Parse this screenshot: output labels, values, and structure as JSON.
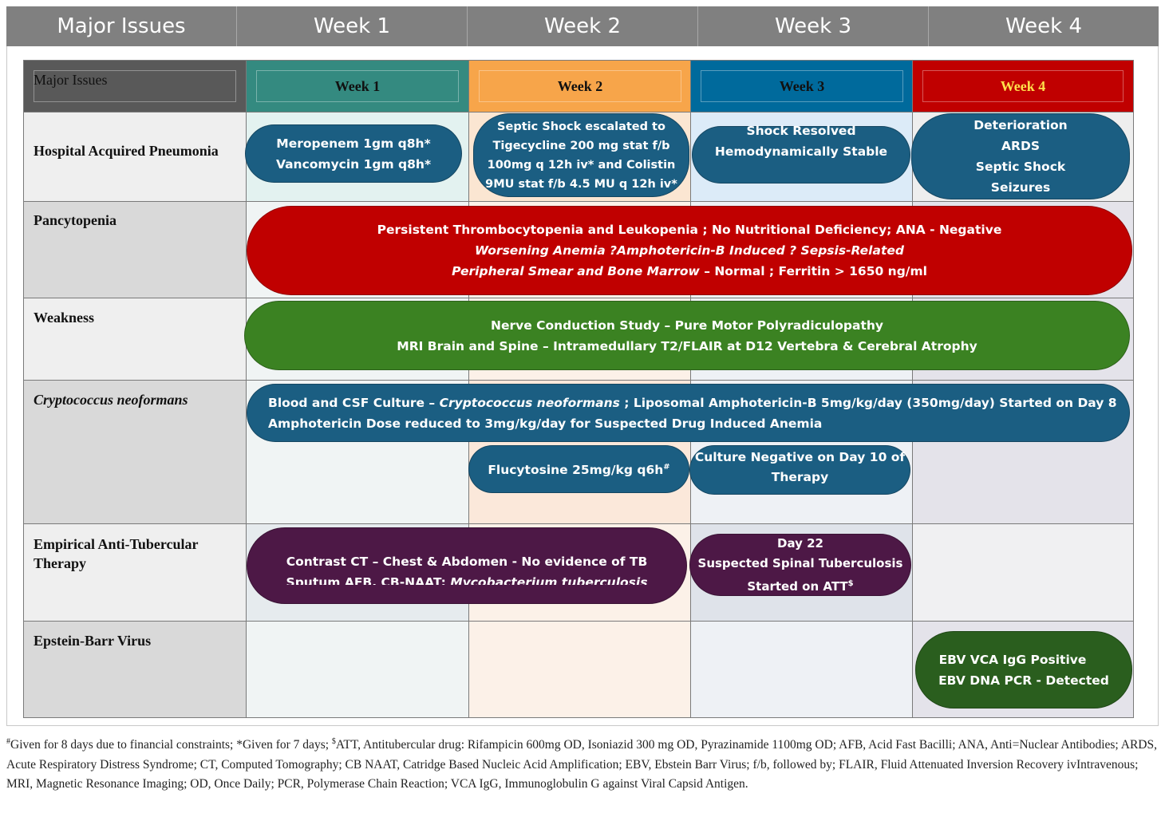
{
  "outer_header": [
    "Major Issues",
    "Week 1",
    "Week 2",
    "Week 3",
    "Week 4"
  ],
  "inner_header": {
    "major": "Major Issues",
    "weeks": [
      "Week 1",
      "Week 2",
      "Week 3",
      "Week 4"
    ],
    "week_colors": [
      "#348a80",
      "#f7a54a",
      "#006a9c",
      "#c00000"
    ]
  },
  "rows": {
    "hap": "Hospital Acquired Pneumonia",
    "pancytopenia": "Pancytopenia",
    "weakness": "Weakness",
    "crypto": "Cryptococcus neoformans",
    "att_1": "Empirical Anti-Tubercular",
    "att_2": "Therapy",
    "ebv": "Epstein-Barr Virus"
  },
  "pills": {
    "hap_w1": [
      "Meropenem 1gm q8h*",
      "Vancomycin 1gm q8h*"
    ],
    "hap_w2": [
      "Septic Shock escalated to",
      "Tigecycline 200 mg stat f/b",
      "100mg q 12h iv* and Colistin",
      "9MU stat f/b 4.5 MU q 12h iv*"
    ],
    "hap_w3": [
      "Shock Resolved",
      "Hemodynamically Stable"
    ],
    "hap_w4": [
      "Deterioration",
      "ARDS",
      "Septic Shock",
      "Seizures"
    ],
    "pancy": {
      "l1": "Persistent Thrombocytopenia and Leukopenia ; No Nutritional Deficiency; ANA - Negative",
      "l2": "Worsening Anemia  ?Amphotericin-B Induced ? Sepsis-Related",
      "l3_italic": "Peripheral Smear and Bone Marrow",
      "l3_rest": " – Normal ; Ferritin > 1650 ng/ml"
    },
    "weak": [
      "Nerve Conduction Study – Pure Motor Polyradiculopathy",
      "MRI Brain and Spine – Intramedullary T2/FLAIR at D12 Vertebra & Cerebral Atrophy"
    ],
    "crypto_main": {
      "l1a": "Blood and CSF Culture – ",
      "l1b": "Cryptococcus neoformans",
      "l1c": " ; Liposomal Amphotericin-B 5mg/kg/day (350mg/day) Started on Day 8",
      "l2": "Amphotericin Dose reduced to 3mg/kg/day for Suspected Drug Induced Anemia"
    },
    "flucy": "Flucytosine 25mg/kg q6h",
    "flucy_sup": "#",
    "culture": [
      "Culture Negative on Day 10 of",
      "Therapy"
    ],
    "ct": {
      "l1": "Contrast CT – Chest & Abdomen - No evidence of TB",
      "l2a": "Sputum AFB, CB-NAAT: ",
      "l2b": "Mycobacterium tuberculosis"
    },
    "day22": [
      "Day 22",
      "Suspected Spinal Tuberculosis",
      "Started on ATT"
    ],
    "day22_sup": "$",
    "ebv": [
      "EBV VCA IgG Positive",
      "EBV DNA PCR - Detected"
    ]
  },
  "pill_colors": {
    "blue": "#1b5e82",
    "red": "#c00000",
    "green": "#3b8222",
    "purple": "#4d1846",
    "dark_green": "#2a5e1e"
  },
  "footnote": {
    "s1": "#",
    "t1": "Given for 8 days due to financial constraints; *Given for 7 days; ",
    "s2": "$",
    "t2": "ATT, Antitubercular drug: Rifampicin 600mg OD, Isoniazid 300 mg OD, Pyrazinamide 1100mg OD; AFB, Acid Fast Bacilli; ANA, Anti=Nuclear Antibodies; ARDS, Acute Respiratory Distress Syndrome; CT, Computed Tomography; CB NAAT, Catridge Based Nucleic Acid Amplification; EBV, Ebstein Barr Virus; f/b, followed by; FLAIR, Fluid Attenuated Inversion Recovery ivIntravenous; MRI, Magnetic Resonance Imaging; OD, Once Daily; PCR, Polymerase Chain Reaction; VCA IgG, Immunoglobulin G against Viral Capsid Antigen."
  }
}
